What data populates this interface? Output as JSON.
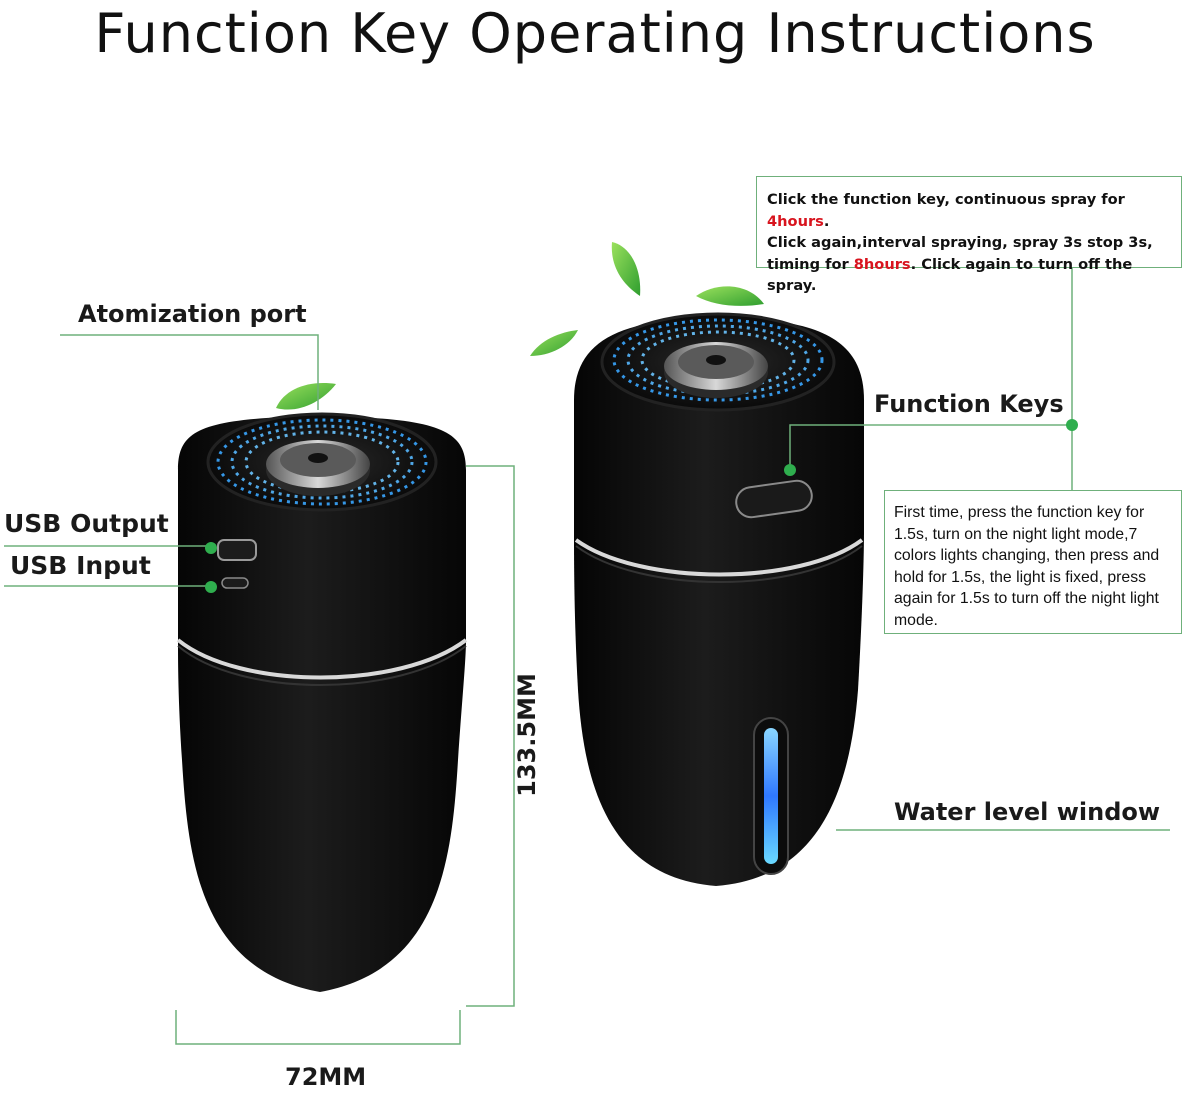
{
  "title": "Function Key Operating Instructions",
  "labels": {
    "atomization_port": "Atomization port",
    "usb_output": "USB Output",
    "usb_input": "USB Input",
    "function_keys": "Function Keys",
    "water_level_window": "Water level window"
  },
  "dimensions": {
    "height": "133.5MM",
    "width": "72MM"
  },
  "spray_note": {
    "line1_pre": "Click the function key, continuous spray for ",
    "line1_red": "4hours",
    "line1_post": ".",
    "line2": "Click again,interval spraying, spray 3s stop 3s,",
    "line3_pre": "timing for ",
    "line3_red": "8hours",
    "line3_post": ". Click again to turn off the spray."
  },
  "light_note": "First time, press the function key for 1.5s, turn on the night light mode,7 colors lights changing, then press and hold for 1.5s, the light is fixed, press again for 1.5s to turn off the night light mode.",
  "colors": {
    "accent_green": "#2fae4e",
    "line_green": "#6fb07b",
    "highlight_red": "#d8141e",
    "body_black": "#101010",
    "light_blue": "#3aa6ff"
  }
}
